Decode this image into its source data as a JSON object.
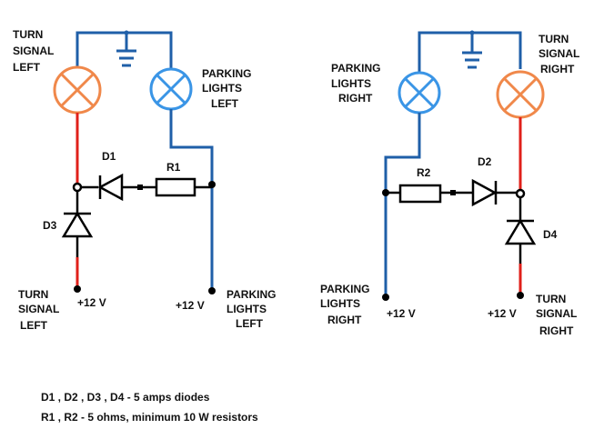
{
  "colors": {
    "wire": "#1f5fa8",
    "hot_wire": "#e0201a",
    "turn_lamp": "#f0884a",
    "parking_lamp": "#3a95e6",
    "component": "#000000"
  },
  "left": {
    "turn_signal_label": [
      "TURN",
      "SIGNAL",
      "LEFT"
    ],
    "parking_label": [
      "PARKING",
      "LIGHTS",
      "LEFT"
    ],
    "diode_top": "D1",
    "diode_bottom": "D3",
    "resistor": "R1",
    "supply_turn": "+12 V",
    "supply_parking": "+12 V",
    "bottom_turn_label": [
      "TURN",
      "SIGNAL",
      "LEFT"
    ],
    "bottom_parking_label": [
      "PARKING",
      "LIGHTS",
      "LEFT"
    ]
  },
  "right": {
    "turn_signal_label": [
      "TURN",
      "SIGNAL",
      "RIGHT"
    ],
    "parking_label": [
      "PARKING",
      "LIGHTS",
      "RIGHT"
    ],
    "diode_top": "D2",
    "diode_bottom": "D4",
    "resistor": "R2",
    "supply_turn": "+12 V",
    "supply_parking": "+12 V",
    "bottom_turn_label": [
      "TURN",
      "SIGNAL",
      "RIGHT"
    ],
    "bottom_parking_label": [
      "PARKING",
      "LIGHTS",
      "RIGHT"
    ]
  },
  "notes": [
    "D1 , D2 , D3 , D4 - 5 amps diodes",
    "R1 , R2 - 5 ohms, minimum 10 W resistors"
  ]
}
